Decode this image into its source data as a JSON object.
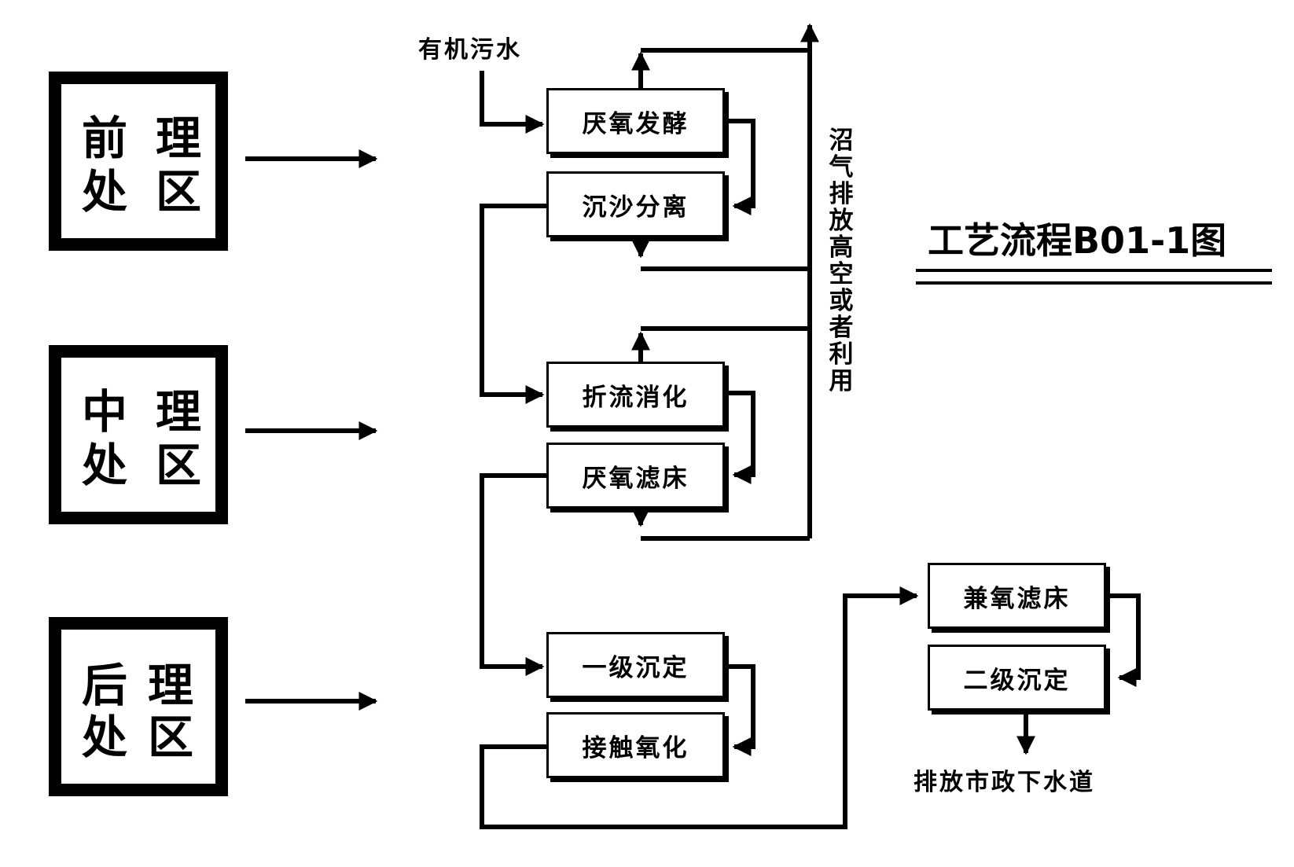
{
  "diagram_title": "工艺流程B01-1图",
  "zones": [
    {
      "c1": "前",
      "c2": "理",
      "c3": "处",
      "c4": "区"
    },
    {
      "c1": "中",
      "c2": "理",
      "c3": "处",
      "c4": "区"
    },
    {
      "c1": "后",
      "c2": "理",
      "c3": "处",
      "c4": "区"
    }
  ],
  "inlet_label": "有机污水",
  "biogas_label": "沼气排放高空或者利用",
  "outlet_label": "排放市政下水道",
  "steps": {
    "s1": "厌氧发酵",
    "s2": "沉沙分离",
    "s3": "折流消化",
    "s4": "厌氧滤床",
    "s5": "一级沉定",
    "s6": "接触氧化",
    "s7": "兼氧滤床",
    "s8": "二级沉定"
  },
  "colors": {
    "line": "#000000",
    "background": "#ffffff"
  }
}
